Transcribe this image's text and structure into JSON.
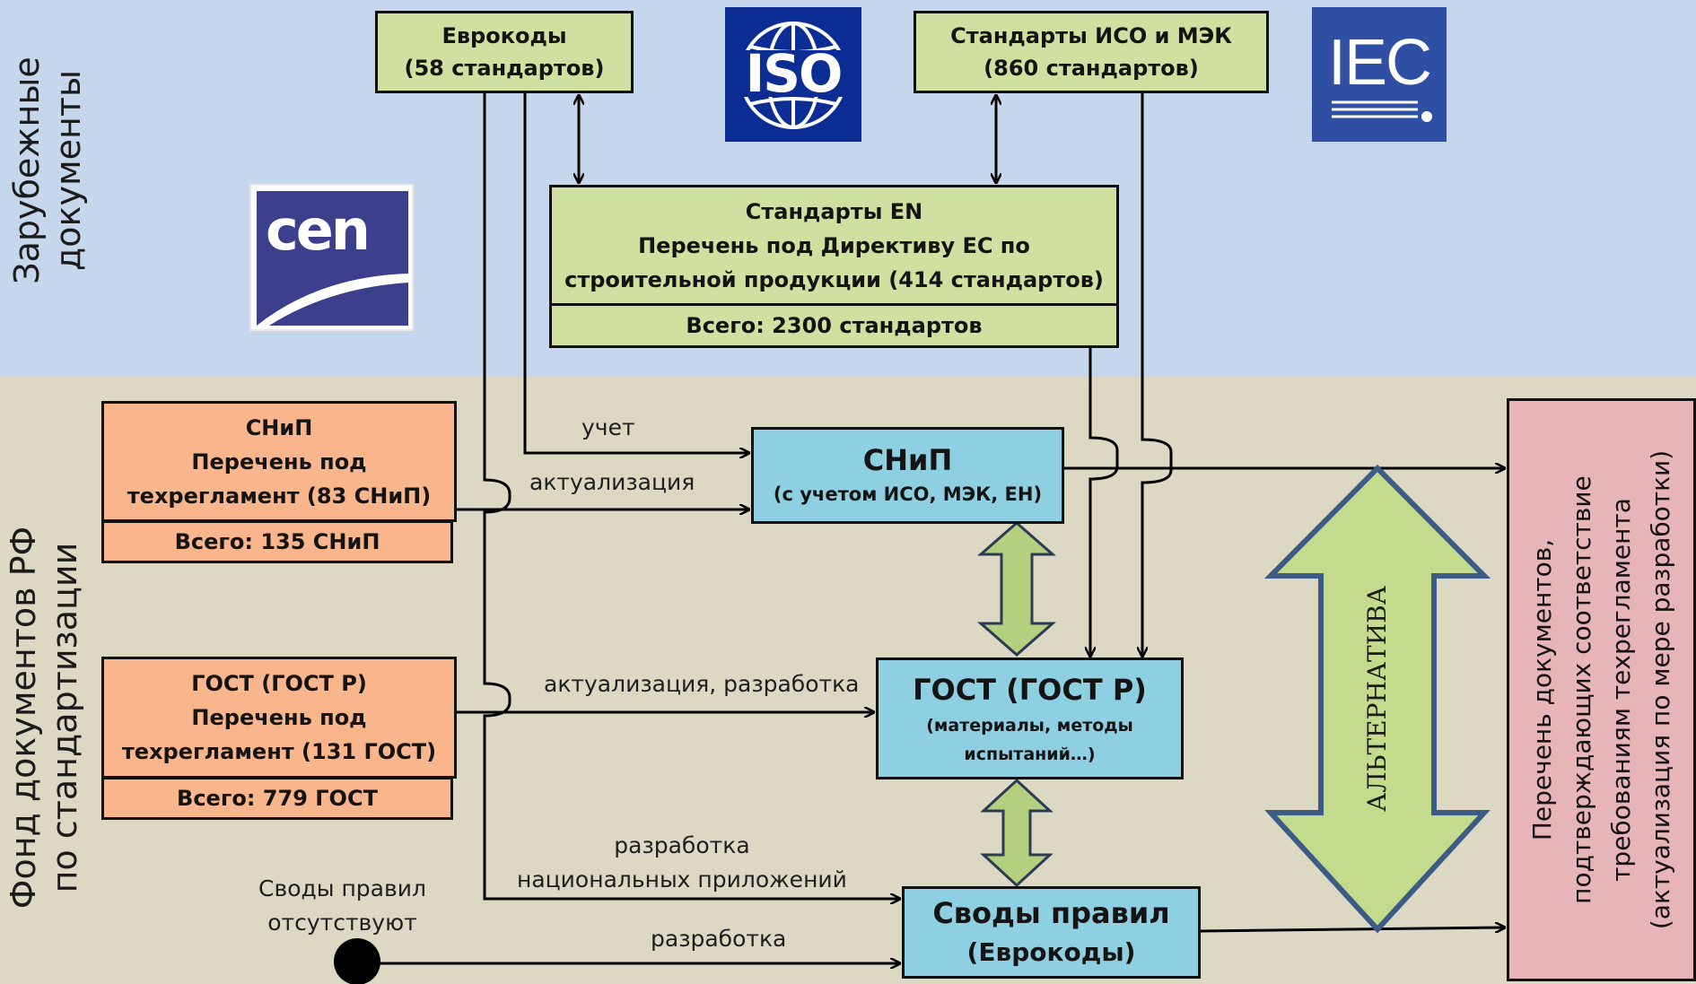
{
  "sections": {
    "foreign": [
      "Зарубежные",
      "документы"
    ],
    "domestic": [
      "Фонд документов РФ",
      "по стандартизации"
    ]
  },
  "logos": {
    "iso": "ISO",
    "iec": "IEC",
    "cen": "cen"
  },
  "boxes": {
    "eurocodes": [
      "Еврокоды",
      "(58 стандартов)"
    ],
    "iso_iec": [
      "Стандарты ИСО и МЭК",
      "(860 стандартов)"
    ],
    "en": {
      "lines": [
        "Стандарты EN",
        "Перечень под Директиву ЕС по",
        "строительной продукции (414 стандартов)"
      ],
      "total": "Всего: 2300 стандартов"
    },
    "snip_left": {
      "lines": [
        "СНиП",
        "Перечень под",
        "техрегламент (83 СНиП)"
      ],
      "total": "Всего: 135 СНиП"
    },
    "gost_left": {
      "lines": [
        "ГОСТ (ГОСТ Р)",
        "Перечень под",
        "техрегламент (131 ГОСТ)"
      ],
      "total": "Всего: 779 ГОСТ"
    },
    "snip_center": [
      "СНиП",
      "(с учетом ИСО, МЭК, ЕН)"
    ],
    "gost_center": [
      "ГОСТ (ГОСТ Р)",
      "(материалы, методы",
      "испытаний…)"
    ],
    "codes_center": [
      "Своды правил",
      "(Еврокоды)"
    ],
    "list_right": [
      "Перечень документов,",
      "подтверждающих соответствие",
      "требованиям техрегламента",
      "(актуализация по мере разработки)"
    ]
  },
  "labels": {
    "uchet": "учет",
    "actualization": "актуализация",
    "actualization_dev": "актуализация, разработка",
    "national_annex": [
      "разработка",
      "национальных приложений"
    ],
    "development": "разработка",
    "codes_absent": [
      "Своды правил",
      "отсутствуют"
    ],
    "alternative": "АЛЬТЕРНАТИВА"
  },
  "colors": {
    "foreign_bg": "#c6d6ec",
    "domestic_bg": "#ddd8c4",
    "green": "#cfe0a1",
    "orange": "#f9b58b",
    "blue": "#8fcfe2",
    "pink": "#e7b4b8",
    "logo_blue": "#0b2d94"
  }
}
